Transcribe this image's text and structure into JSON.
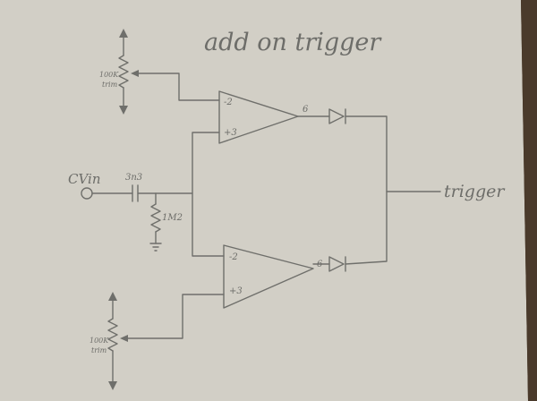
{
  "title": "add on trigger",
  "input_label": "CVin",
  "output_label": "trigger",
  "cap_label": "3n3",
  "res_label": "1M2",
  "pot_top": {
    "value": "100K",
    "type": "trim"
  },
  "pot_bottom": {
    "value": "100K",
    "type": "trim"
  },
  "opamp_top": {
    "pin_minus": "-2",
    "pin_plus": "+3",
    "pin_out": "6"
  },
  "opamp_bottom": {
    "pin_minus": "-2",
    "pin_plus": "+3",
    "pin_out": "6"
  },
  "colors": {
    "paper": "#d2cfc6",
    "ink": "#6f6f6b",
    "background": "#3a2f24"
  }
}
